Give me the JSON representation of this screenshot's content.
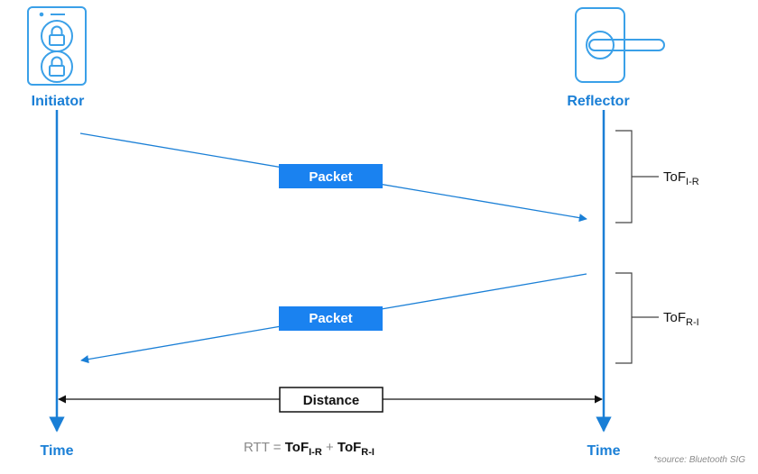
{
  "initiator": {
    "label": "Initiator",
    "icon": "smart-lock-icon"
  },
  "reflector": {
    "label": "Reflector",
    "icon": "door-handle-icon"
  },
  "time_label": "Time",
  "packets": [
    {
      "label": "Packet"
    },
    {
      "label": "Packet"
    }
  ],
  "tof": {
    "forward": {
      "main": "ToF",
      "sub": "I-R"
    },
    "reverse": {
      "main": "ToF",
      "sub": "R-I"
    }
  },
  "distance_label": "Distance",
  "rtt": {
    "prefix": "RTT",
    "equals": " = ",
    "term1_main": "ToF",
    "term1_sub": "I-R",
    "plus": " + ",
    "term2_main": "ToF",
    "term2_sub": "R-I"
  },
  "source_note": "*source: Bluetooth SIG",
  "colors": {
    "accent": "#1a7fd6",
    "icon_stroke": "#3aa0e8",
    "packet_fill": "#1a82f0",
    "rtt_gray": "#8a8a8a"
  }
}
